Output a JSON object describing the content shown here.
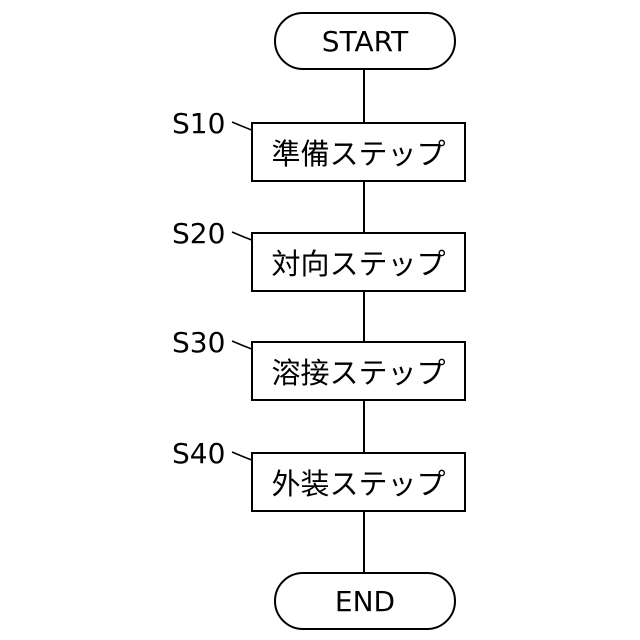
{
  "flowchart": {
    "start_label": "START",
    "end_label": "END",
    "steps": [
      {
        "id": "S10",
        "label": "準備ステップ"
      },
      {
        "id": "S20",
        "label": "対向ステップ"
      },
      {
        "id": "S30",
        "label": "溶接ステップ"
      },
      {
        "id": "S40",
        "label": "外装ステップ"
      }
    ]
  }
}
